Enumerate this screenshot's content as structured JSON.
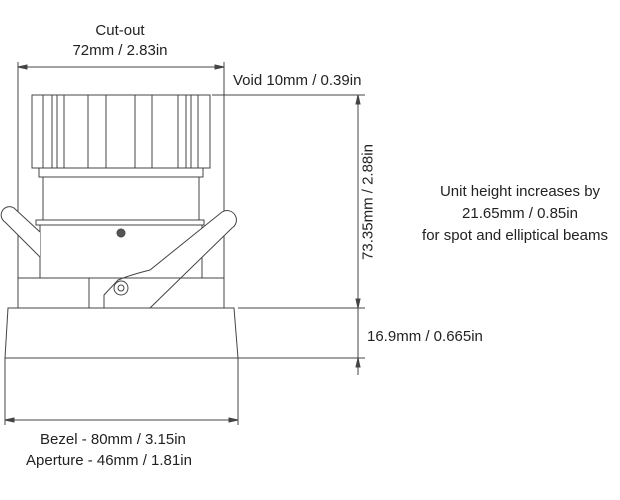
{
  "cutout": {
    "title": "Cut-out",
    "value": "72mm / 2.83in"
  },
  "void": "Void 10mm / 0.39in",
  "height": "73.35mm / 2.88in",
  "bezel_height": "16.9mm / 0.665in",
  "note": {
    "line1": "Unit height increases by",
    "line2": "21.65mm / 0.85in",
    "line3": "for spot and elliptical beams"
  },
  "bezel": "Bezel - 80mm / 3.15in",
  "aperture": "Aperture - 46mm / 1.81in",
  "colors": {
    "line": "#444444",
    "text": "#222222"
  }
}
